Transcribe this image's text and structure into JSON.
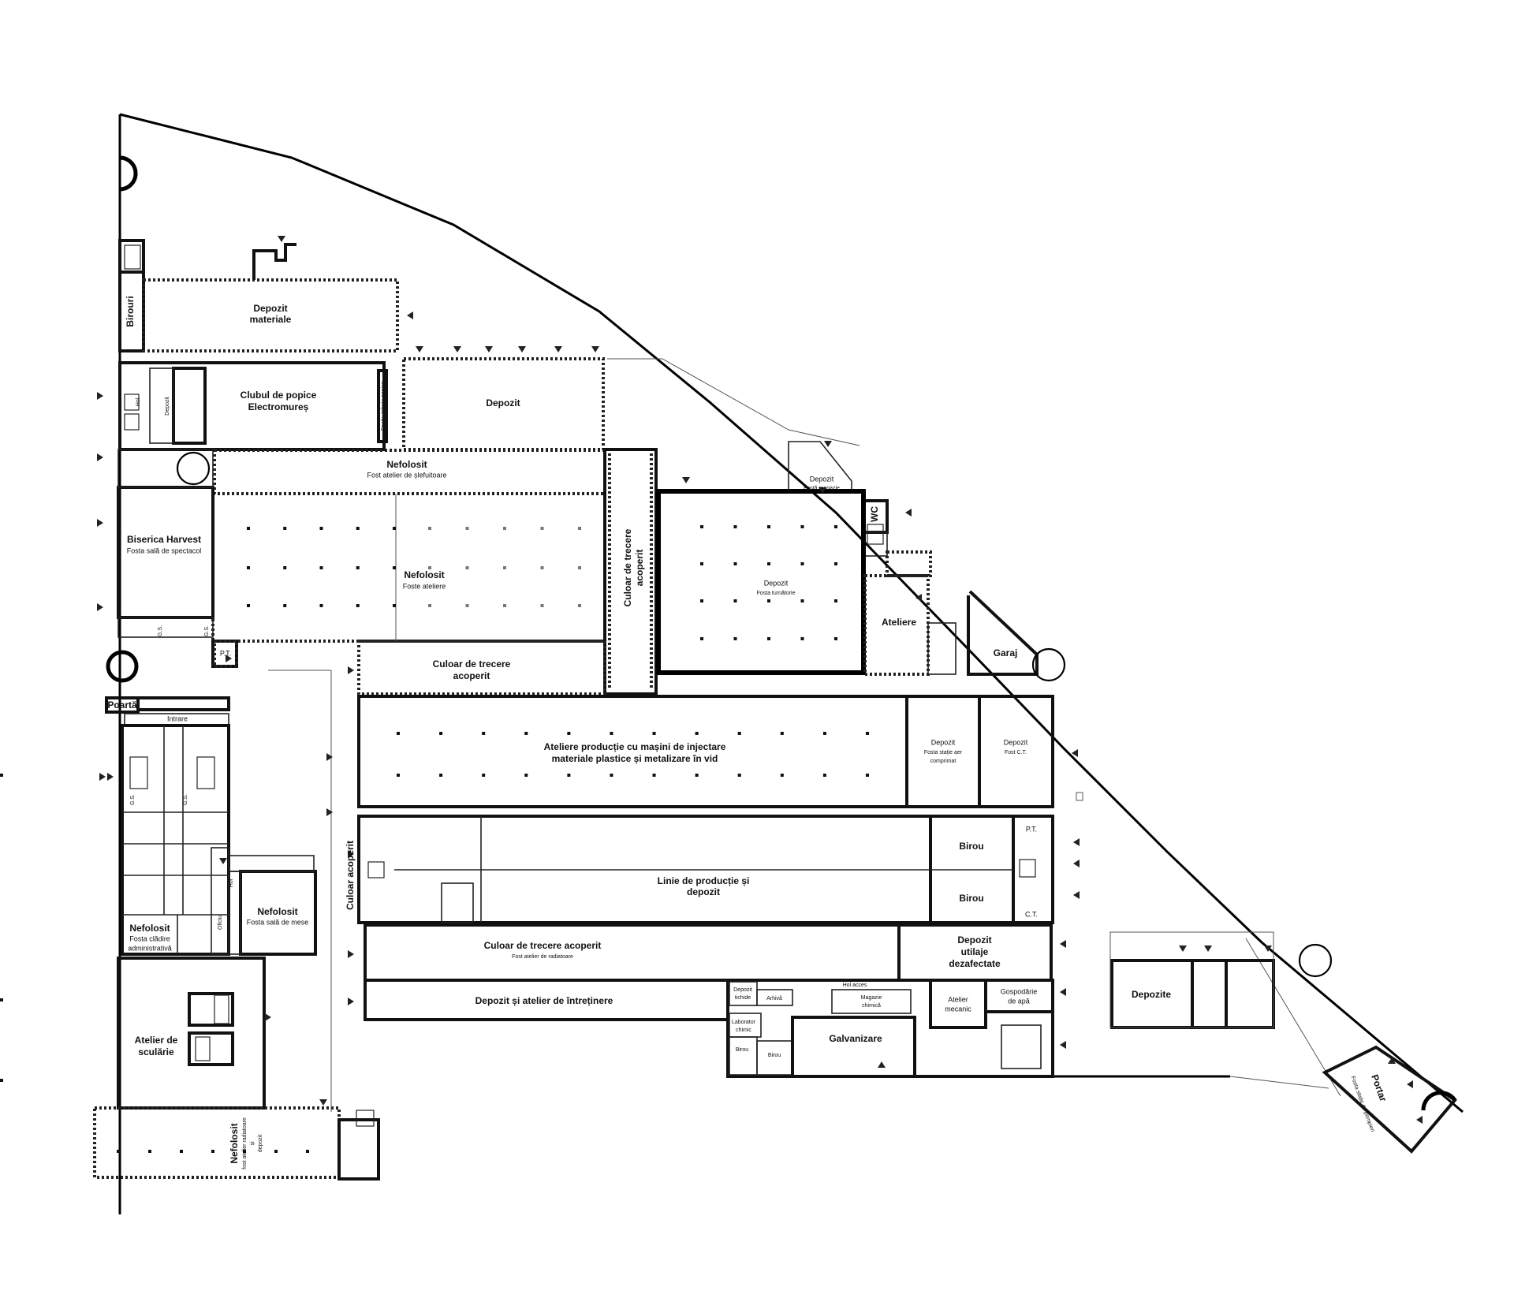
{
  "labels": {
    "birouri": "Birouri",
    "depozit_materiale_1": "Depozit",
    "depozit_materiale_2": "materiale",
    "clubul_1": "Clubul de popice",
    "clubul_2": "Electromureș",
    "spatiu_tehnic": "Spațiu tehnic popice",
    "hol_small": "Hol",
    "depozit_small": "Depozit",
    "depozit_top": "Depozit",
    "nefolosit_1": "Nefolosit",
    "fost_atelier_slefuitoare": "Fost atelier de șlefuitoare",
    "biserica": "Biserica Harvest",
    "fosta_sala_spectacol": "Fosta sală de spectacol",
    "nefolosit_2": "Nefolosit",
    "foste_ateliere": "Foste ateliere",
    "culoar_vertical_1": "Culoar de trecere",
    "culoar_vertical_2": "acoperit",
    "depozit_fosta_magazie_1": "Depozit",
    "depozit_fosta_magazie_2": "Fostă magazie",
    "wc": "WC",
    "depozit_turnatorie_1": "Depozit",
    "depozit_turnatorie_2": "Fosta turnătorie",
    "ateliere": "Ateliere",
    "garaj": "Garaj",
    "pt_1": "P.T.",
    "culoar_2_1": "Culoar de trecere",
    "culoar_2_2": "acoperit",
    "poarta": "Poartă",
    "intrare": "Intrare",
    "ateliere_productie_1": "Ateliere producție cu mașini de injectare",
    "ateliere_productie_2": "materiale plastice și metalizare în vid",
    "depozit_aer_1": "Depozit",
    "depozit_aer_2": "Fosta stație aer",
    "depozit_aer_3": "comprimat",
    "depozit_ct_1": "Depozit",
    "depozit_ct_2": "Fost C.T.",
    "culoar_acoperit_vertical": "Culoar acoperit",
    "linie_1": "Linie de producție și",
    "linie_2": "depozit",
    "birou_1": "Birou",
    "birou_2": "Birou",
    "pt_2": "P.T.",
    "ct": "C.T.",
    "hol_mid": "Hol",
    "oficiu": "Oficiu",
    "nefolosit_sala_1": "Nefolosit",
    "nefolosit_sala_2": "Fosta sală de mese",
    "nefolosit_admin_1": "Nefolosit",
    "nefolosit_admin_2": "Fosta clădire",
    "nefolosit_admin_3": "administrativă",
    "culoar_radiatoare_1": "Culoar de trecere acoperit",
    "culoar_radiatoare_2": "Fost atelier de radiatoare",
    "depozit_utilaje_1": "Depozit",
    "depozit_utilaje_2": "utilaje",
    "depozit_utilaje_3": "dezafectate",
    "depozite": "Depozite",
    "depozit_intretinere": "Depozit și atelier de întreținere",
    "depozit_tichide_1": "Depozit",
    "depozit_tichide_2": "tichide",
    "arhiva": "Arhivă",
    "hol_acces": "Hol acces",
    "magazie_chimica_1": "Magazie",
    "magazie_chimica_2": "chimică",
    "laborator_1": "Laborator",
    "laborator_2": "chimic",
    "birou_s1": "Birou",
    "birou_s2": "Birou",
    "galvanizare": "Galvanizare",
    "atelier_mecanic_1": "Atelier",
    "atelier_mecanic_2": "mecanic",
    "gospodarie_1": "Gospodărie",
    "gospodarie_2": "de apă",
    "atelier_scularie_1": "Atelier de",
    "atelier_scularie_2": "sculărie",
    "portar": "Portar",
    "fosta_statie_pompieri": "Fosta stație de pompieri",
    "nefolosit_bottom_1": "Nefolosit",
    "nefolosit_bottom_2": "fost atelier radiatoare",
    "nefolosit_bottom_3": "și",
    "nefolosit_bottom_4": "depozit",
    "ss_a": "G.S.",
    "ss_b": "G.S.",
    "ss_c": "G.S.",
    "ss_d": "G.S."
  }
}
